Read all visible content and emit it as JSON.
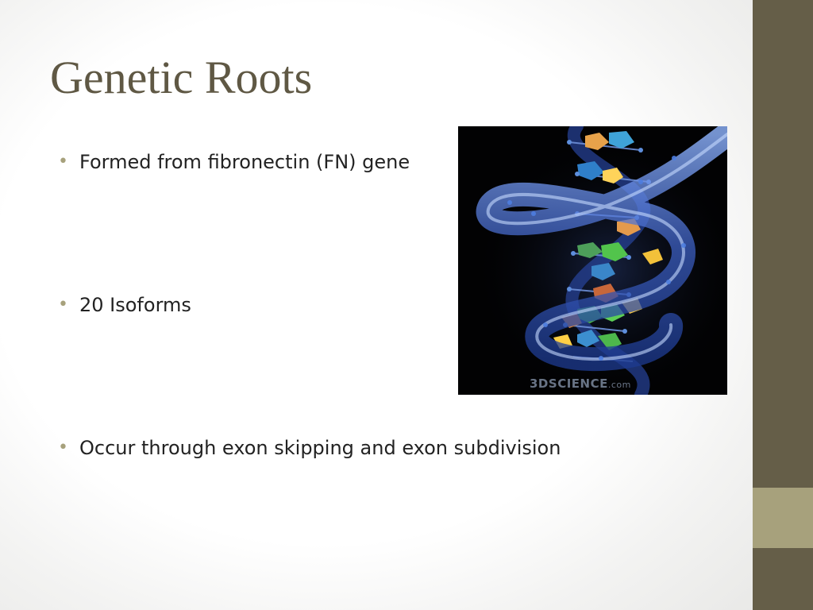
{
  "slide": {
    "title": "Genetic Roots",
    "bullets": [
      {
        "text": "Formed from fibronectin (FN) gene"
      },
      {
        "text": "20 Isoforms"
      },
      {
        "text": "Occur through exon skipping and exon subdivision"
      }
    ],
    "bullet_glyph": "•",
    "image": {
      "icon": "dna-helix-image",
      "watermark_main": "3DSCIENCE",
      "watermark_suffix": ".com"
    }
  },
  "colors": {
    "title": "#5f5844",
    "side_bar": "#655e48",
    "side_accent": "#a7a17c",
    "bullet_dot": "#a7a17c",
    "body_text": "#222222"
  }
}
